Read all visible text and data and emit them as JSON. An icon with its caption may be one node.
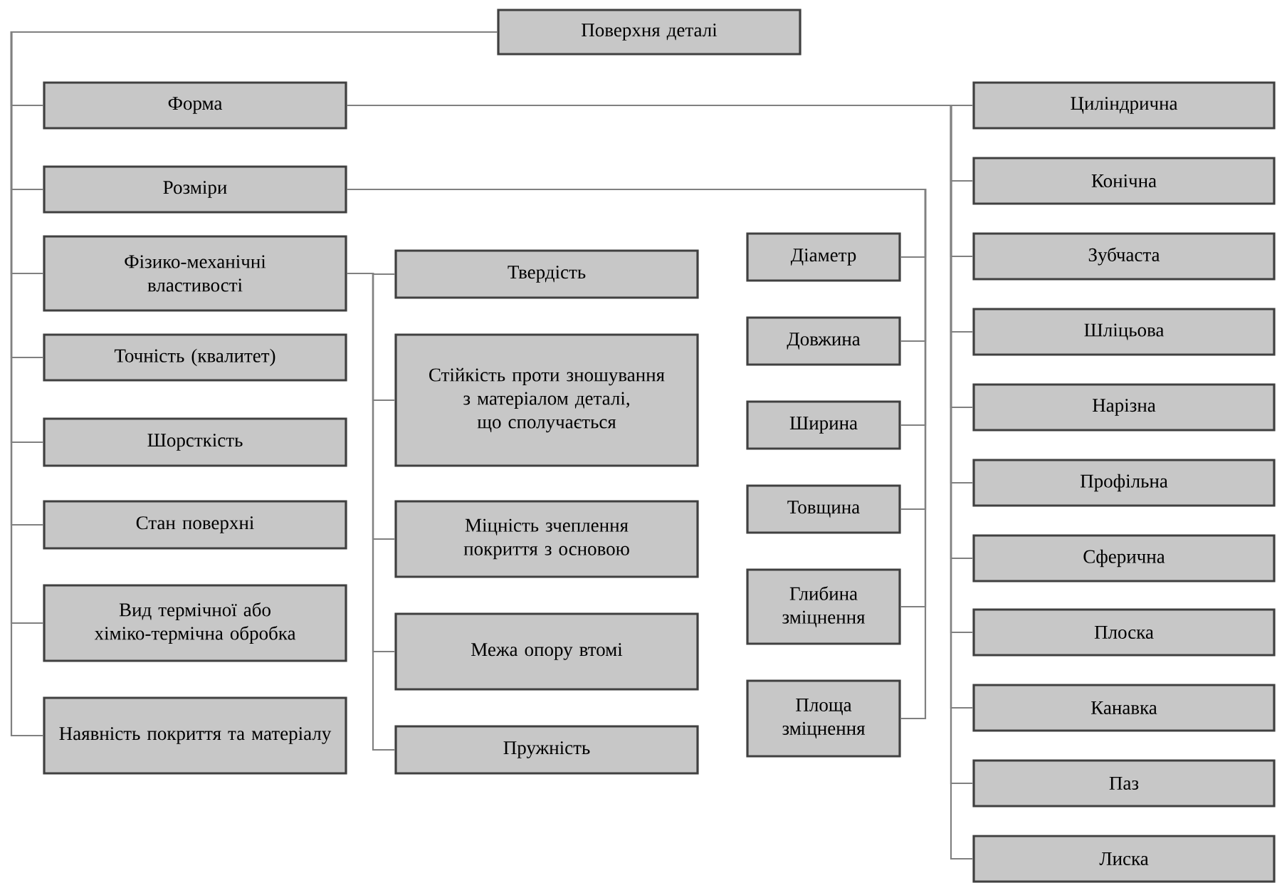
{
  "diagram": {
    "nodes": [
      {
        "text": [
          "Поверхня деталі"
        ]
      },
      {
        "text": [
          "Форма"
        ]
      },
      {
        "text": [
          "Розміри"
        ]
      },
      {
        "text": [
          "Фізико-механічні властивості"
        ]
      },
      {
        "text": [
          "Точність (квалитет)"
        ]
      },
      {
        "text": [
          "Шорсткість"
        ]
      },
      {
        "text": [
          "Стан поверхні"
        ]
      },
      {
        "text": [
          "Вид термічної або хіміко-термічна обробка"
        ]
      },
      {
        "text": [
          "Наявність покриття та матеріалу"
        ]
      },
      {
        "text": [
          "Твердість"
        ]
      },
      {
        "text": [
          "Стійкість проти зношування з матеріалом деталі, що сполучається"
        ]
      },
      {
        "text": [
          "Міцність зчеплення покриття з основою"
        ]
      },
      {
        "text": [
          "Межа опору втомі"
        ]
      },
      {
        "text": [
          "Пружність"
        ]
      },
      {
        "text": [
          "Діаметр"
        ]
      },
      {
        "text": [
          "Довжина"
        ]
      },
      {
        "text": [
          "Ширина"
        ]
      },
      {
        "text": [
          "Товщина"
        ]
      },
      {
        "text": [
          "Глибина зміцнення"
        ]
      },
      {
        "text": [
          "Площа зміцнення"
        ]
      },
      {
        "text": [
          "Циліндрична"
        ]
      },
      {
        "text": [
          "Конічна"
        ]
      },
      {
        "text": [
          "Зубчаста"
        ]
      },
      {
        "text": [
          "Шліцьова"
        ]
      },
      {
        "text": [
          "Нарізна"
        ]
      },
      {
        "text": [
          "Профільна"
        ]
      },
      {
        "text": [
          "Сферична"
        ]
      },
      {
        "text": [
          "Плоска"
        ]
      },
      {
        "text": [
          "Канавка"
        ]
      },
      {
        "text": [
          "Паз"
        ]
      },
      {
        "text": [
          "Лиска"
        ]
      }
    ],
    "edges": [
      {
        "from": 0,
        "to": 1,
        "arrow": "none"
      },
      {
        "from": 0,
        "to": 2,
        "arrow": "none"
      },
      {
        "from": 0,
        "to": 3,
        "arrow": "none"
      },
      {
        "from": 0,
        "to": 4,
        "arrow": "none"
      },
      {
        "from": 0,
        "to": 5,
        "arrow": "none"
      },
      {
        "from": 0,
        "to": 6,
        "arrow": "none"
      },
      {
        "from": 0,
        "to": 7,
        "arrow": "none"
      },
      {
        "from": 0,
        "to": 8,
        "arrow": "none"
      },
      {
        "from": 3,
        "to": 9,
        "arrow": "none"
      },
      {
        "from": 3,
        "to": 10,
        "arrow": "none"
      },
      {
        "from": 3,
        "to": 11,
        "arrow": "none"
      },
      {
        "from": 3,
        "to": 12,
        "arrow": "none"
      },
      {
        "from": 3,
        "to": 13,
        "arrow": "none"
      },
      {
        "from": 2,
        "to": 14,
        "arrow": "none"
      },
      {
        "from": 2,
        "to": 15,
        "arrow": "none"
      },
      {
        "from": 2,
        "to": 16,
        "arrow": "none"
      },
      {
        "from": 2,
        "to": 17,
        "arrow": "none"
      },
      {
        "from": 2,
        "to": 18,
        "arrow": "none"
      },
      {
        "from": 2,
        "to": 19,
        "arrow": "none"
      },
      {
        "from": 1,
        "to": 20,
        "arrow": "none"
      },
      {
        "from": 1,
        "to": 21,
        "arrow": "none"
      },
      {
        "from": 1,
        "to": 22,
        "arrow": "none"
      },
      {
        "from": 1,
        "to": 23,
        "arrow": "none"
      },
      {
        "from": 1,
        "to": 24,
        "arrow": "none"
      },
      {
        "from": 1,
        "to": 25,
        "arrow": "none"
      },
      {
        "from": 1,
        "to": 26,
        "arrow": "none"
      },
      {
        "from": 1,
        "to": 27,
        "arrow": "none"
      },
      {
        "from": 1,
        "to": 28,
        "arrow": "none"
      },
      {
        "from": 1,
        "to": 29,
        "arrow": "none"
      },
      {
        "from": 1,
        "to": 30,
        "arrow": "none"
      }
    ]
  }
}
